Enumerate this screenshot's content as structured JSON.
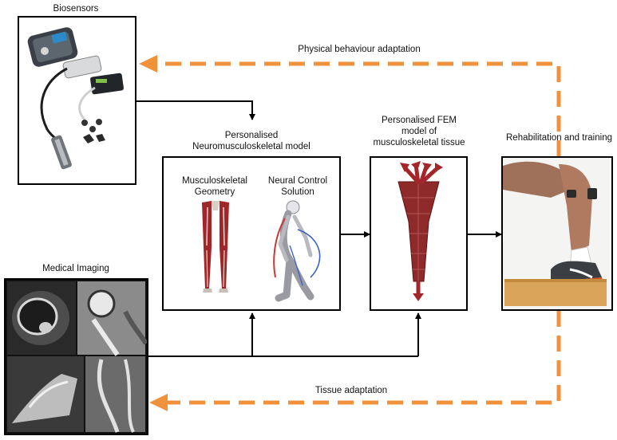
{
  "labels": {
    "biosensors": "Biosensors",
    "physical_adaptation": "Physical behaviour adaptation",
    "nms_model": "Personalised\nNeuromusculoskeletal model",
    "msk_geometry": "Musculoskeletal\nGeometry",
    "neural_control": "Neural Control\nSolution",
    "fem_model": "Personalised FEM\nmodel of\nmusculoskeletal tissue",
    "rehab": "Rehabilitation and training",
    "medical_imaging": "Medical Imaging",
    "tissue_adaptation": "Tissue adaptation"
  },
  "colors": {
    "dashed_arrow": "#f0923c",
    "solid_arrow": "#000000",
    "muscle": "#a0262a",
    "fem": "#8e2a2a",
    "board": "#d9a55a"
  }
}
